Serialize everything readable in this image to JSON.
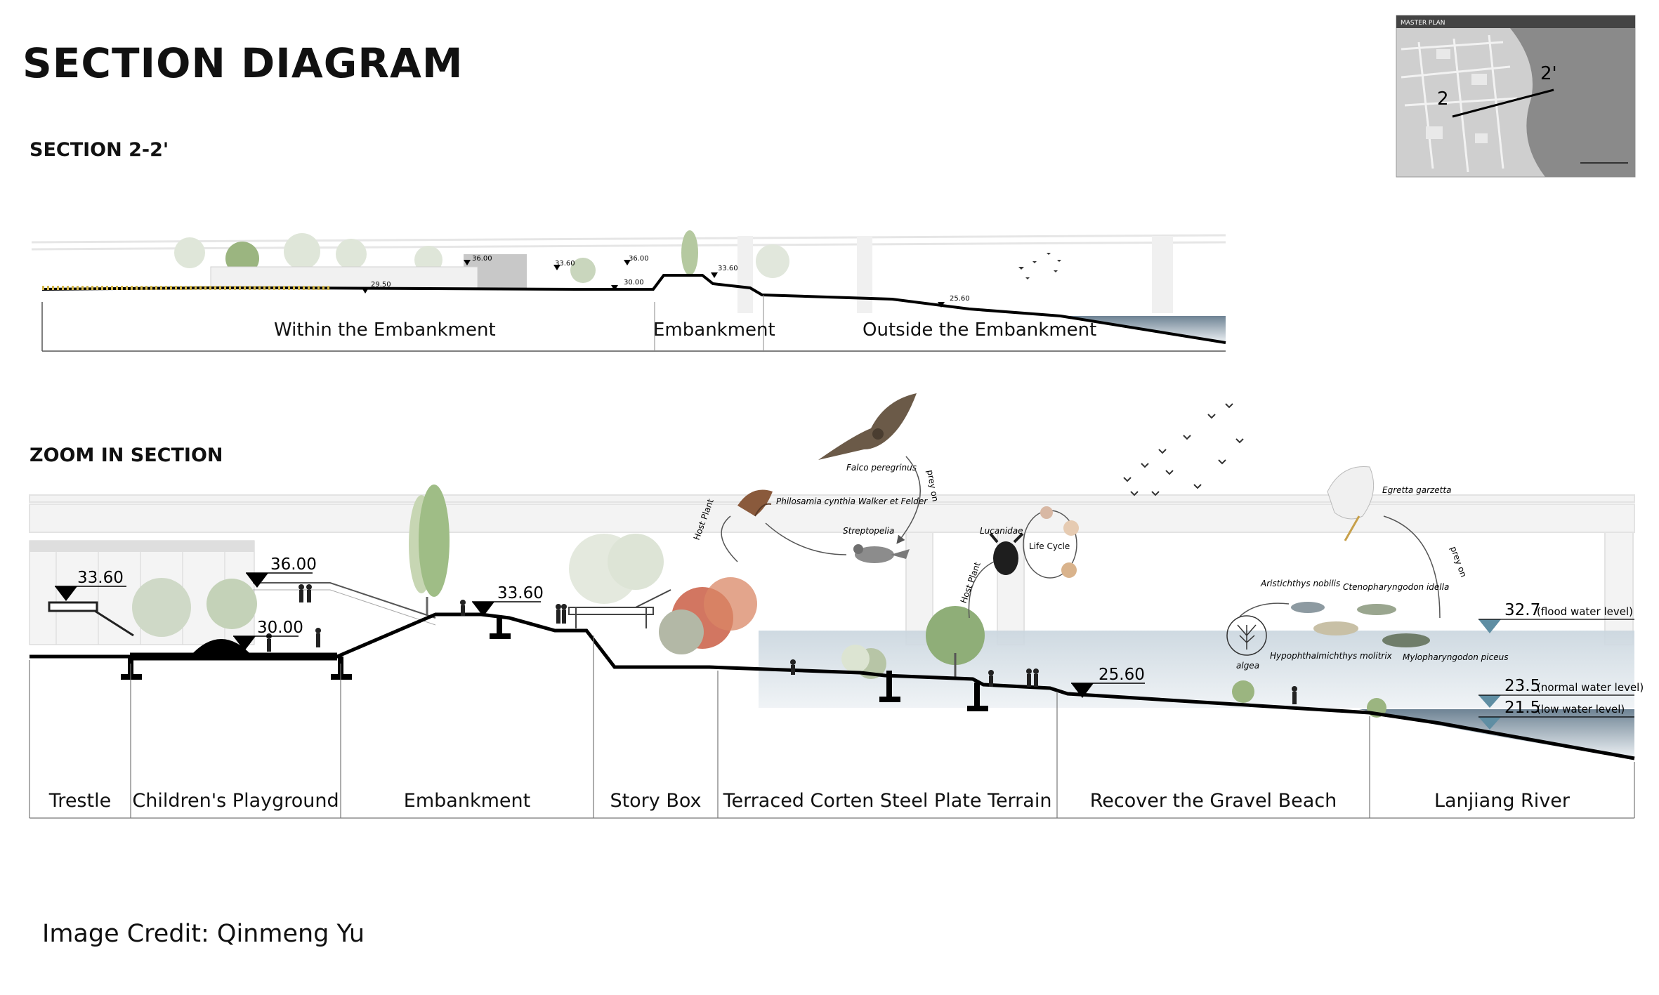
{
  "title": "SECTION DIAGRAM",
  "section_title": "SECTION 2-2'",
  "zoom_title": "ZOOM IN SECTION",
  "credit": "Image Credit: Qinmeng Yu",
  "key_map": {
    "label": "MASTER PLAN",
    "marker_start": "2",
    "marker_end": "2'"
  },
  "overview": {
    "zones": [
      "Within the Embankment",
      "Embankment",
      "Outside the Embankment"
    ],
    "elevations": [
      "36.00",
      "33.60",
      "36.00",
      "30.00",
      "29.50",
      "33.60",
      "25.60"
    ]
  },
  "zoom": {
    "zones": [
      "Trestle",
      "Children's Playground",
      "Embankment",
      "Story Box",
      "Terraced Corten Steel Plate Terrain",
      "Recover the Gravel Beach",
      "Lanjiang River"
    ],
    "elevations": {
      "trestle": "33.60",
      "playground_upper": "36.00",
      "playground_lower": "30.00",
      "embankment": "33.60",
      "beach": "25.60"
    },
    "water_levels": [
      {
        "value": "32.7",
        "note": "(flood water level)"
      },
      {
        "value": "23.5",
        "note": "(normal water level)"
      },
      {
        "value": "21.5",
        "note": "(low water level)"
      }
    ],
    "species": {
      "falco": "Falco peregrinus",
      "moth": "Philosamia cynthia Walker et Felder",
      "dove": "Streptopelia",
      "lucanidae": "Lucanidae",
      "life_cycle": "Life Cycle",
      "egret": "Egretta garzetta",
      "aristichthys": "Aristichthys nobilis",
      "ctenopharyngodon": "Ctenopharyngodon idella",
      "hypophthalmichthys": "Hypophthalmichthys molitrix",
      "mylopharyngodon": "Mylopharyngodon piceus",
      "algea": "algea"
    },
    "relations": {
      "host_plant": "Host Plant",
      "prey_on": "prey on"
    }
  },
  "colors": {
    "water": "#b9c7d3",
    "water_deep": "#5b6f80",
    "water_marker": "#5f8ea3",
    "ground": "#000000",
    "foliage": "#8fae78",
    "autumn": "#c7543a"
  }
}
